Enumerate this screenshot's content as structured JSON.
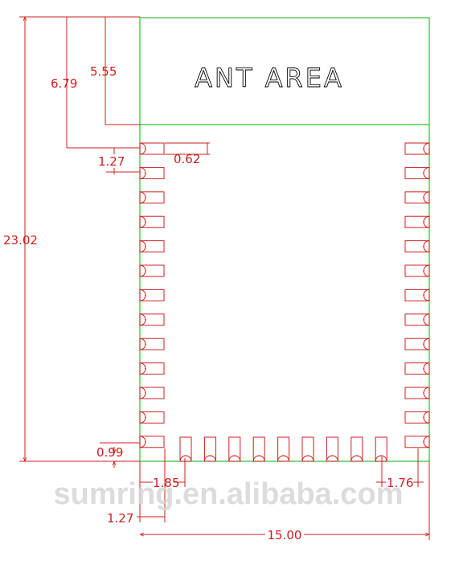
{
  "colors": {
    "outline": "#2fbf2f",
    "dimension": "#cc1f1f",
    "watermark": "#d6d6d6"
  },
  "antenna": {
    "label": "ANT AREA"
  },
  "dimensions": {
    "total_height": "23.02",
    "antenna_edge": "6.79",
    "antenna_area": "5.55",
    "pad_pitch_left": "1.27",
    "pad_width": "0.62",
    "bottom_offset": "0.99",
    "bottom_pad_start": "1.85",
    "bottom_pitch": "1.27",
    "right_pad_offset": "1.76",
    "total_width": "15.00"
  },
  "pads": {
    "left_count": 13,
    "right_count": 13,
    "bottom_count": 9
  },
  "watermark": {
    "text": "sumring.en.alibaba.com"
  }
}
